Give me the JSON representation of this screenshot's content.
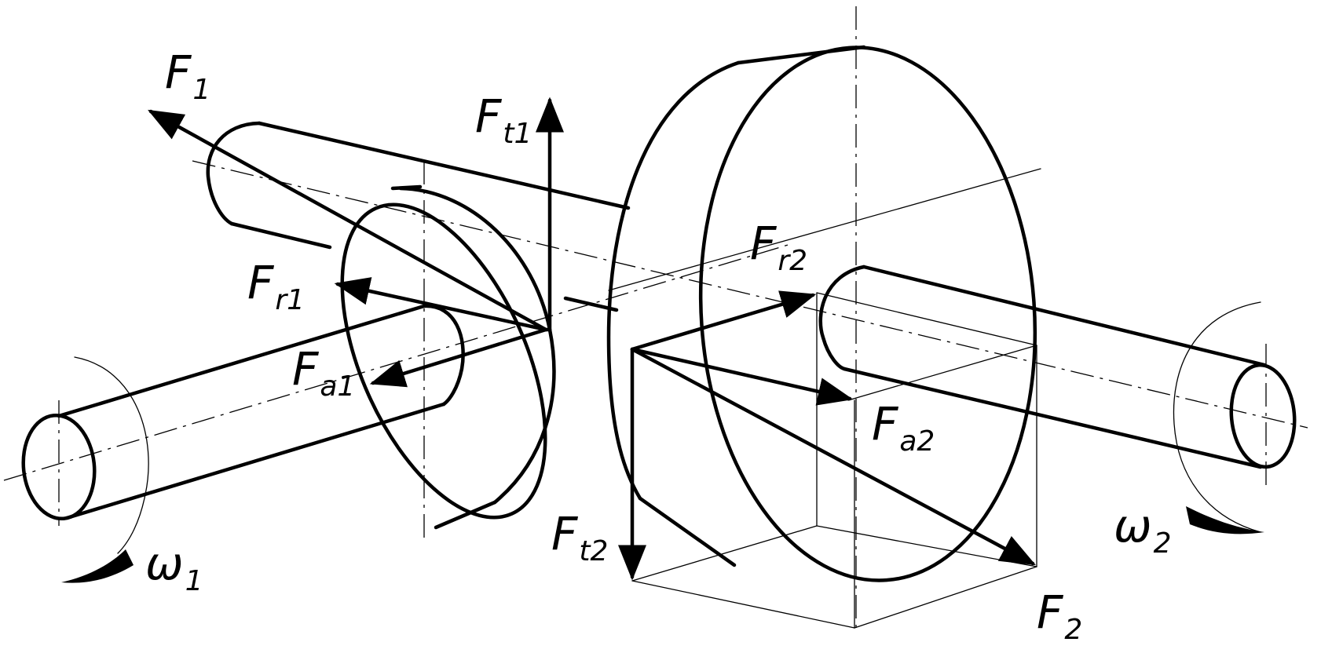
{
  "labels": {
    "F1": {
      "main": "F",
      "sub": "1"
    },
    "Ft1": {
      "main": "F",
      "sub": "t1"
    },
    "Fr1": {
      "main": "F",
      "sub": "r1"
    },
    "Fa1": {
      "main": "F",
      "sub": "a1"
    },
    "Fr2": {
      "main": "F",
      "sub": "r2"
    },
    "Fa2": {
      "main": "F",
      "sub": "a2"
    },
    "Ft2": {
      "main": "F",
      "sub": "t2"
    },
    "F2": {
      "main": "F",
      "sub": "2"
    },
    "w1": {
      "main": "ω",
      "sub": "1"
    },
    "w2": {
      "main": "ω",
      "sub": "2"
    }
  }
}
